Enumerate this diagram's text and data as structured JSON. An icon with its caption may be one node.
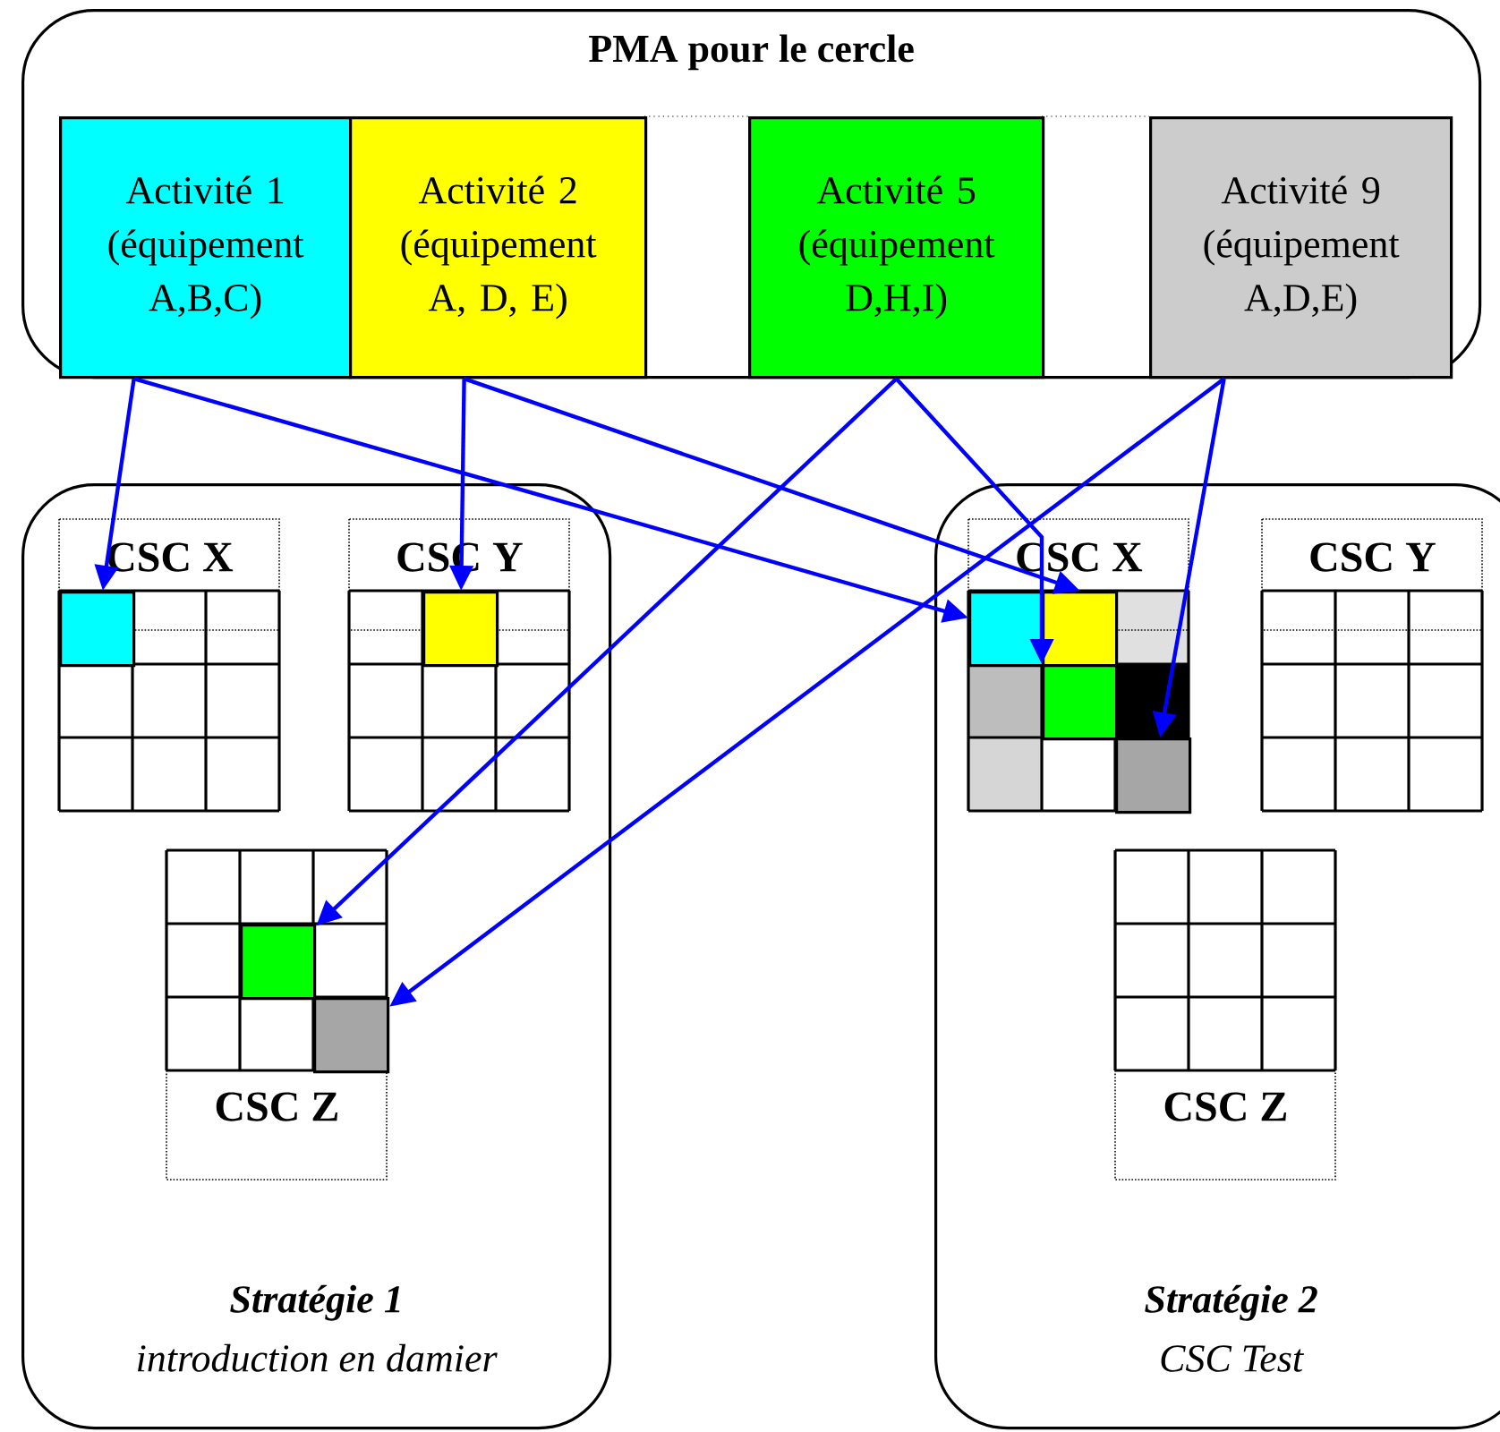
{
  "diagram": {
    "nodes": [
      {
        "text": [
          "PMA pour le cercle"
        ]
      },
      {
        "text": [
          "Activité 1 (équipement A,B,C)"
        ],
        "in": 0
      },
      {
        "text": [
          "Activité 2 (équipement A, D, E)"
        ],
        "in": 0
      },
      {
        "text": [
          "Activité 5 (équipement D,H,I)"
        ],
        "in": 0
      },
      {
        "text": [
          "Activité 9 (équipement A,D,E)"
        ],
        "in": 0
      },
      {
        "text": [
          "Stratégie 1",
          "introduction en damier"
        ]
      },
      {
        "text": [
          "CSC X"
        ],
        "in": 5
      },
      {
        "text": [],
        "shape": "box",
        "in": 6
      },
      {
        "text": [
          "CSC Y"
        ],
        "in": 5
      },
      {
        "text": [],
        "shape": "box",
        "in": 8
      },
      {
        "text": [
          "CSC Z"
        ],
        "in": 5
      },
      {
        "text": [],
        "shape": "box",
        "in": 10
      },
      {
        "text": [],
        "shape": "box",
        "in": 10
      },
      {
        "text": [
          "Stratégie 2",
          "CSC Test"
        ]
      },
      {
        "text": [
          "CSC X"
        ],
        "in": 13
      },
      {
        "text": [],
        "shape": "box",
        "in": 14
      },
      {
        "text": [],
        "shape": "box",
        "in": 14
      },
      {
        "text": [],
        "shape": "box",
        "in": 14
      },
      {
        "text": [],
        "shape": "box",
        "in": 14
      },
      {
        "text": [
          "CSC Y"
        ],
        "in": 13
      },
      {
        "text": [
          "CSC Z"
        ],
        "in": 13
      }
    ],
    "edges": [
      {
        "from": 1,
        "to": 7,
        "arrow": "to"
      },
      {
        "from": 1,
        "to": 15,
        "arrow": "to"
      },
      {
        "from": 2,
        "to": 9,
        "arrow": "to"
      },
      {
        "from": 2,
        "to": 16,
        "arrow": "to"
      },
      {
        "from": 3,
        "to": 11,
        "arrow": "to"
      },
      {
        "from": 3,
        "to": 17,
        "arrow": "to"
      },
      {
        "from": 4,
        "to": 12,
        "arrow": "to"
      },
      {
        "from": 4,
        "to": 18,
        "arrow": "to"
      }
    ]
  }
}
